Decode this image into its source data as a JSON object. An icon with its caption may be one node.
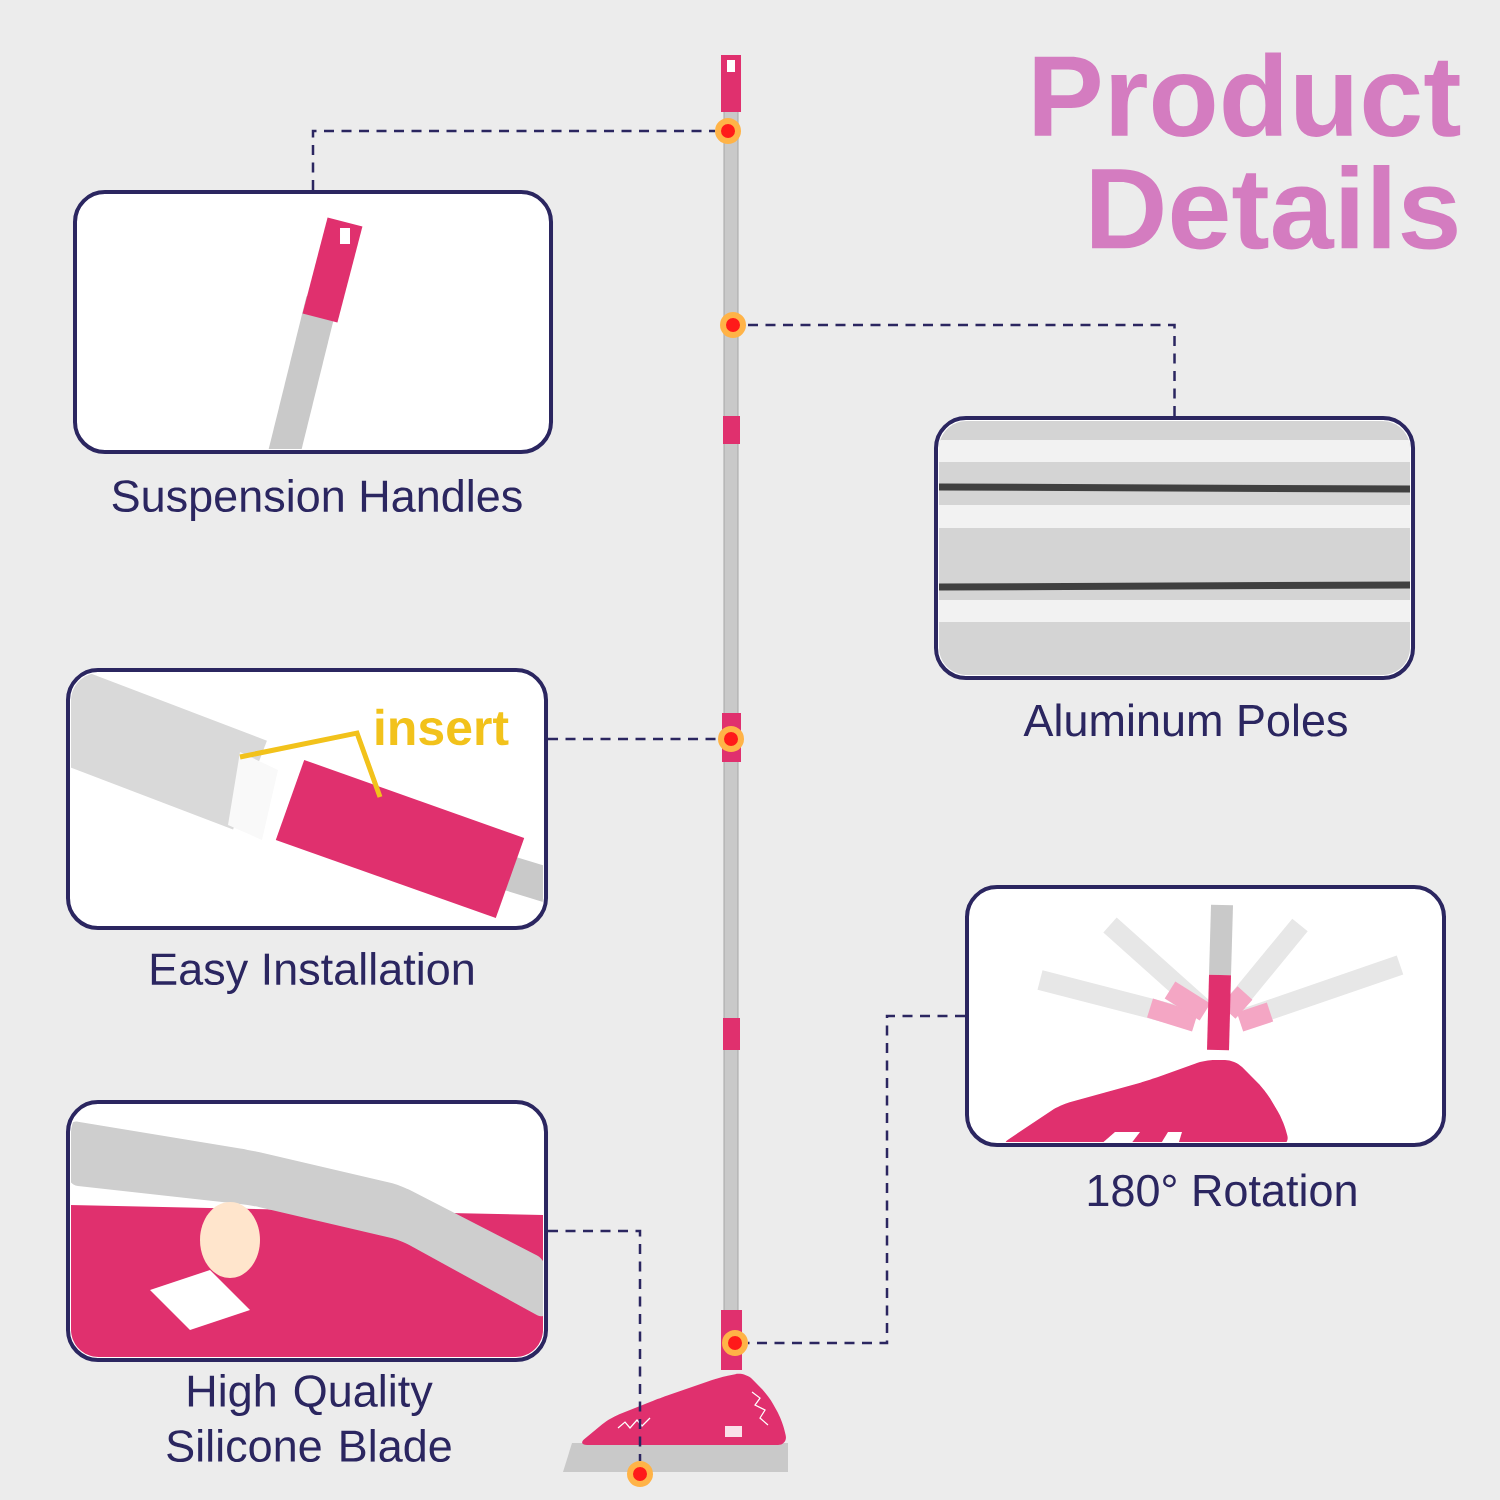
{
  "diagram": {
    "title": "Product Details",
    "nodes": [
      {
        "text": [
          "Suspension Handles"
        ]
      },
      {
        "text": [
          "Aluminum Poles"
        ]
      },
      {
        "text": [
          "insert",
          "Easy Installation"
        ]
      },
      {
        "text": [
          "180° Rotation"
        ]
      },
      {
        "text": [
          "High Quality Silicone Blade"
        ]
      },
      {
        "text": [],
        "shape": "circle"
      },
      {
        "text": [],
        "shape": "circle"
      },
      {
        "text": [],
        "shape": "circle"
      },
      {
        "text": [],
        "shape": "circle"
      },
      {
        "text": [],
        "shape": "circle"
      }
    ],
    "edges": [
      {
        "from": 0,
        "to": 5,
        "arrow": "none",
        "style": "dashed"
      },
      {
        "from": 1,
        "to": 6,
        "arrow": "none",
        "style": "dashed"
      },
      {
        "from": 2,
        "to": 7,
        "arrow": "none",
        "style": "dashed"
      },
      {
        "from": 3,
        "to": 8,
        "arrow": "none",
        "style": "dashed"
      },
      {
        "from": 4,
        "to": 9,
        "arrow": "none",
        "style": "dashed"
      }
    ]
  }
}
